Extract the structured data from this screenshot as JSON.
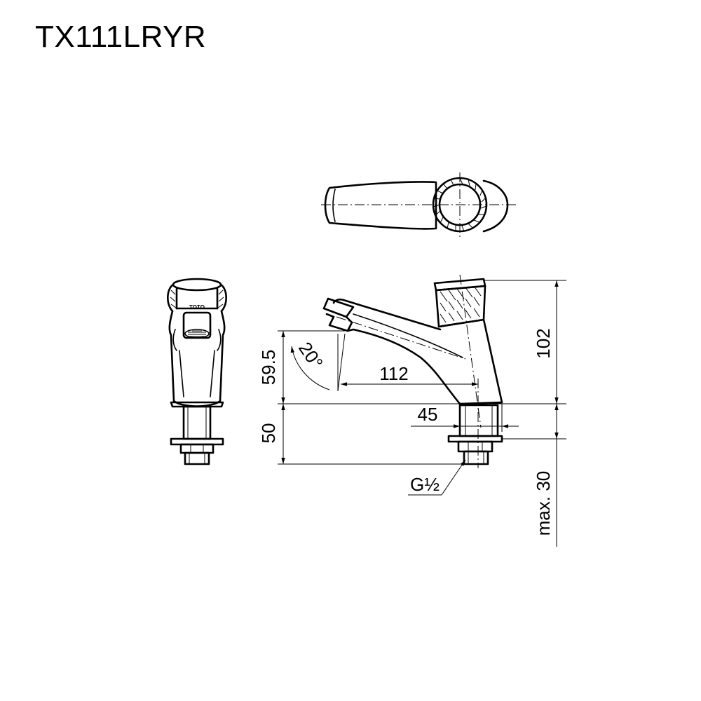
{
  "title": "TX111LRYR",
  "dimensions": {
    "height_total": "102",
    "spout_height": "59.5",
    "spout_reach": "112",
    "base_width": "45",
    "shank_length": "50",
    "max_deck_thickness": "max. 30",
    "spout_angle": "20°",
    "thread": "G½"
  },
  "brand_mark": "TOTO"
}
